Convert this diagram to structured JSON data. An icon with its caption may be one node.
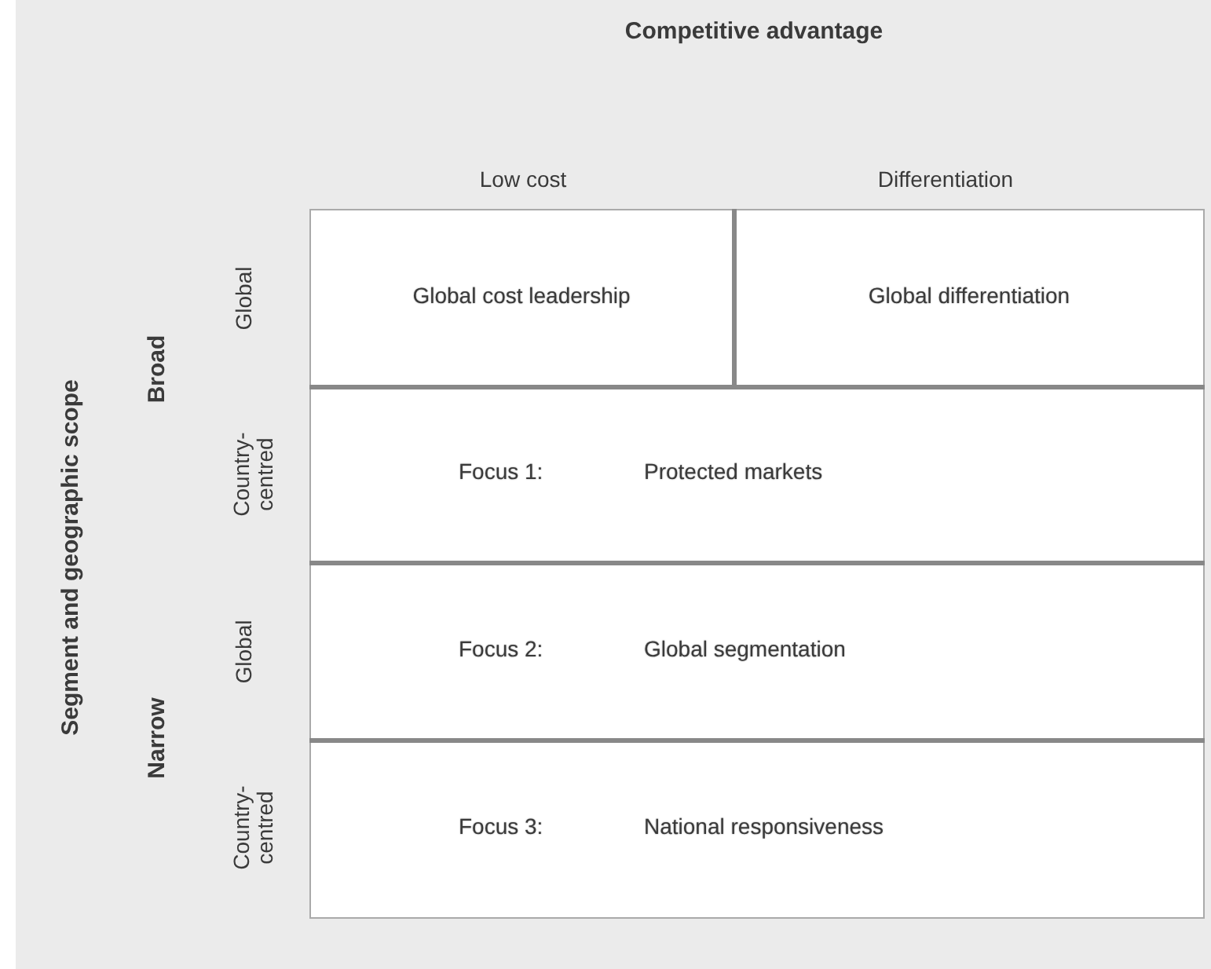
{
  "diagram": {
    "nodes": [
      {
        "text": [
          "Global cost leadership"
        ]
      },
      {
        "text": [
          "Global differentiation"
        ]
      },
      {
        "text": [
          "Focus 1:",
          "Protected markets"
        ]
      },
      {
        "text": [
          "Focus 2:",
          "Global segmentation"
        ]
      },
      {
        "text": [
          "Focus 3:",
          "National responsiveness"
        ]
      }
    ],
    "edges": [],
    "labels": [
      "Competitive advantage",
      "Low cost",
      "Differentiation",
      "Segment and geographic scope",
      "Broad",
      "Global",
      "Country-centred",
      "Narrow",
      "Global",
      "Country-centred"
    ]
  }
}
